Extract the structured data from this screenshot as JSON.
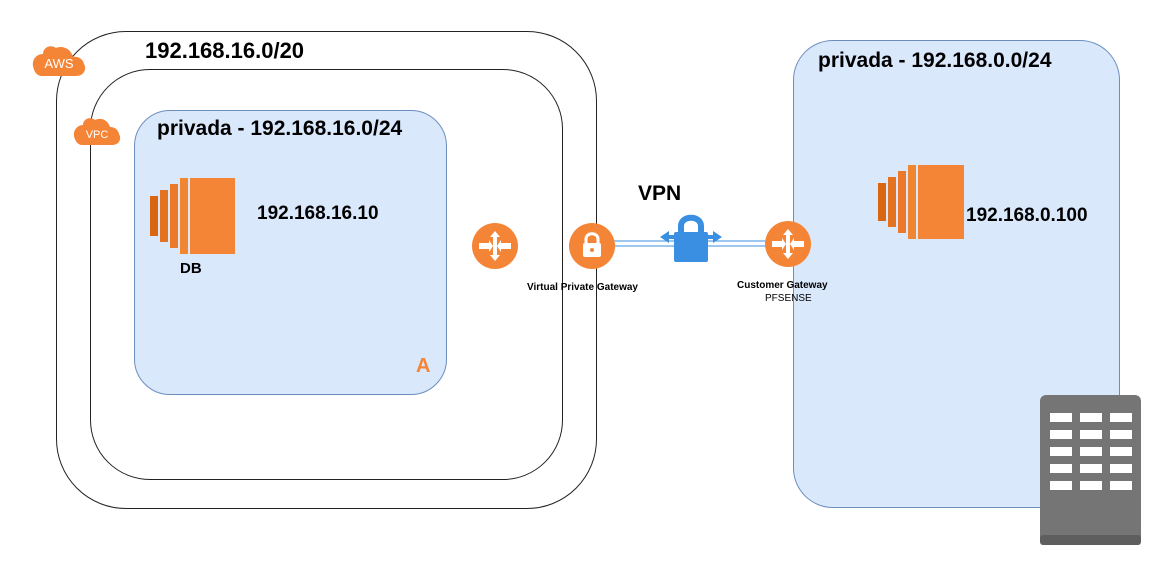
{
  "aws": {
    "badge": "AWS",
    "cidr": "192.168.16.0/20"
  },
  "vpc": {
    "badge": "VPC"
  },
  "subnet_a": {
    "title": "privada - 192.168.16.0/24",
    "zone_label": "A",
    "db_ip": "192.168.16.10",
    "db_label": "DB"
  },
  "vpn": {
    "label": "VPN",
    "virtual_gateway_label": "Virtual Private Gateway",
    "customer_gateway_label": "Customer Gateway",
    "customer_gateway_sub": "PFSENSE"
  },
  "onprem": {
    "title": "privada - 192.168.0.0/24",
    "server_ip": "192.168.0.100"
  },
  "colors": {
    "aws_orange": "#f58536",
    "subnet_fill": "#dae8fc",
    "subnet_border": "#6c8ebf",
    "lock_blue": "#3b8fe2",
    "building_gray": "#757575"
  },
  "icons": [
    "aws-cloud-icon",
    "vpc-cloud-icon",
    "ec2-instance-icon",
    "router-icon",
    "vpn-gateway-icon",
    "vpn-lock-icon",
    "building-icon"
  ]
}
